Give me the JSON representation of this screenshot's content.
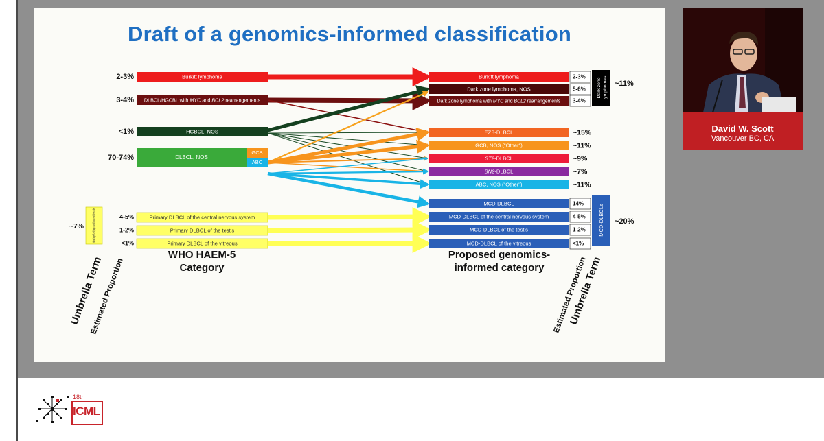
{
  "slide": {
    "title": "Draft of a genomics-informed classification",
    "who": {
      "caption_line1": "WHO HAEM-5",
      "caption_line2": "Category",
      "rows": [
        {
          "pct": "2-3%",
          "label": "Burkitt lymphoma",
          "color": "#ee1c1c"
        },
        {
          "pct": "3-4%",
          "label_parts": [
            "DLBCL/HGCBL with ",
            "MYC",
            " and ",
            "BCL2",
            " rearrangements"
          ],
          "color": "#6b0f0f"
        },
        {
          "pct": "<1%",
          "label": "HGBCL, NOS",
          "color": "#14401f"
        },
        {
          "pct": "70-74%",
          "label": "DLBCL, NOS",
          "color": "#3aaa3a",
          "sub": [
            {
              "label": "GCB",
              "color": "#f7941d"
            },
            {
              "label": "ABC",
              "color": "#19b4e6"
            }
          ]
        },
        {
          "pct": "4-5%",
          "label": "Primary DLBCL of the central nervous system",
          "color": "#ffff66"
        },
        {
          "pct": "1-2%",
          "label": "Primary DLBCL of the testis",
          "color": "#ffff66"
        },
        {
          "pct": "<1%",
          "label": "Primary DLBCL of the vitreous",
          "color": "#ffff66"
        }
      ],
      "umbrella": {
        "label": "Primary large B-cell lymphoma of immune-privileged sites",
        "pct": "~7%"
      }
    },
    "genomic": {
      "caption_line1": "Proposed genomics-",
      "caption_line2": "informed category",
      "rows": [
        {
          "label": "Burkitt lymphoma",
          "pct": "2-3%",
          "color": "#ee1c1c"
        },
        {
          "label": "Dark zone lymphoma, NOS",
          "pct": "5-6%",
          "color": "#4a0808"
        },
        {
          "label_parts": [
            "Dark zone lymphoma with ",
            "MYC",
            " and ",
            "BCL2",
            " rearrangements"
          ],
          "pct": "3-4%",
          "color": "#6b0f0f"
        },
        {
          "label": "EZB-DLBCL",
          "pct": "~15%",
          "color": "#f26522"
        },
        {
          "label": "GCB, NOS (\"Other\")",
          "pct": "~11%",
          "color": "#f7941d"
        },
        {
          "label": "ST2-DLBCL",
          "pct": "~9%",
          "color": "#ee1c3a",
          "italic_part": "ST2"
        },
        {
          "label": "BN2-DLBCL",
          "pct": "~7%",
          "color": "#8b2aa0",
          "italic_part": "BN2"
        },
        {
          "label": "ABC, NOS (\"Other\")",
          "pct": "~11%",
          "color": "#19b4e6"
        },
        {
          "label": "MCD-DLBCL",
          "pct": "14%",
          "color": "#2a5fb8"
        },
        {
          "label": "MCD-DLBCL of the central nervous system",
          "pct": "4-5%",
          "color": "#2a5fb8"
        },
        {
          "label": "MCD-DLBCL of the testis",
          "pct": "1-2%",
          "color": "#2a5fb8"
        },
        {
          "label": "MCD-DLBCL of the vitreous",
          "pct": "<1%",
          "color": "#2a5fb8"
        }
      ],
      "umbrellas": [
        {
          "label_line1": "Dark zone",
          "label_line2": "lymphomas",
          "pct": "~11%",
          "color": "#000000"
        },
        {
          "label": "MCD-DLBCLs",
          "pct": "~20%",
          "color": "#2a5fb8"
        }
      ]
    },
    "axis_labels": {
      "umbrella_term": "Umbrella Term",
      "estimated_proportion": "Estimated Proportion"
    }
  },
  "speaker": {
    "name": "David W. Scott",
    "location": "Vancouver BC, CA"
  },
  "logo": {
    "edition": "18th",
    "name": "ICML"
  }
}
